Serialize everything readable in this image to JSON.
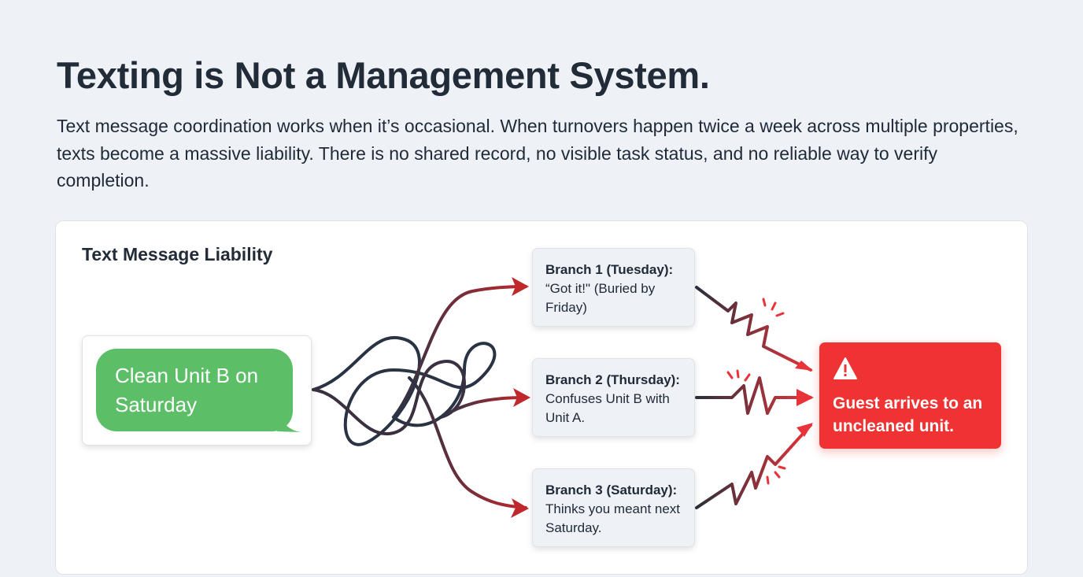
{
  "header": {
    "title": "Texting is Not a Management System.",
    "description": "Text message coordination works when it’s occasional. When turnovers happen twice a week across multiple properties, texts become a massive liability. There is no shared record, no visible task status, and no reliable way to verify completion."
  },
  "diagram": {
    "title": "Text Message Liability",
    "message": "Clean Unit B on Saturday",
    "branches": [
      {
        "label": "Branch 1 (Tuesday):",
        "text": "“Got it!\" (Buried by Friday)"
      },
      {
        "label": "Branch 2 (Thursday):",
        "text": "Confuses Unit B with Unit A."
      },
      {
        "label": "Branch 3 (Saturday):",
        "text": "Thinks you meant next Saturday."
      }
    ],
    "outcome": {
      "icon": "warning-icon",
      "text": "Guest arrives to an uncleaned unit."
    },
    "colors": {
      "bubble": "#5cbf68",
      "alert": "#ef3333",
      "line": "#2a3344"
    }
  }
}
